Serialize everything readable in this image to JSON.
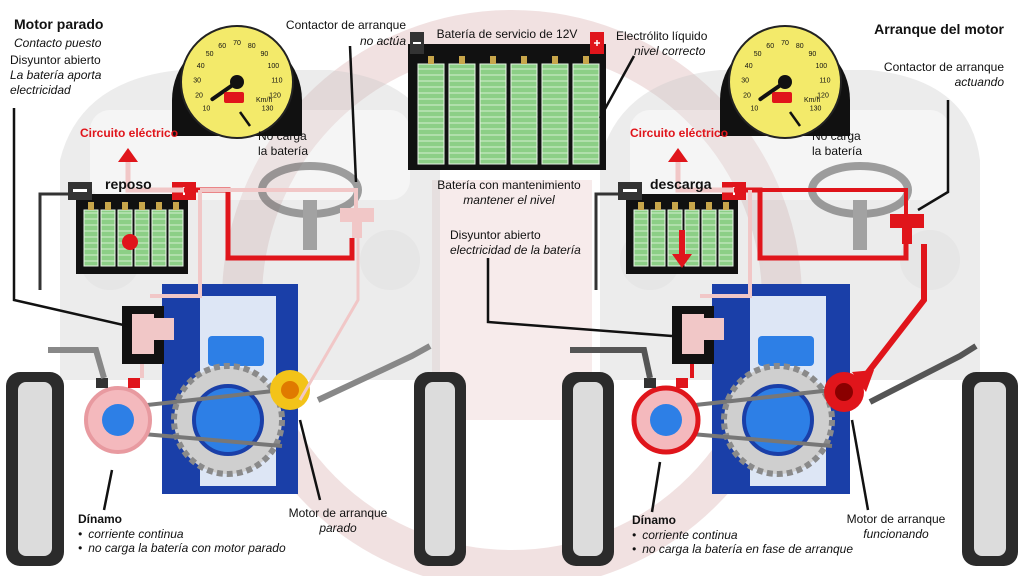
{
  "left": {
    "title": "Motor parado",
    "state_lines": [
      "Contacto puesto",
      "Disyuntor abierto",
      "La batería aporta",
      "electricidad"
    ],
    "contactor_title": "Contactor de arranque",
    "contactor_state": "no actúa",
    "charge_note": [
      "No carga",
      "la batería"
    ],
    "circuit_label": "Circuito eléctrico",
    "battery_state": "reposo",
    "dynamo_title": "Dínamo",
    "dynamo_points": [
      "corriente continua",
      "no carga la batería con motor parado"
    ],
    "starter_title": "Motor de arranque",
    "starter_state": "parado",
    "gauge_ticks": [
      "10",
      "20",
      "30",
      "40",
      "50",
      "60",
      "70",
      "80",
      "90",
      "100",
      "110",
      "120",
      "130"
    ],
    "gauge_unit": "Km/h",
    "needle_pct": 0.02
  },
  "right": {
    "title": "Arranque del motor",
    "contactor_title": "Contactor de arranque",
    "contactor_state": "actuando",
    "charge_note": [
      "No carga",
      "la batería"
    ],
    "circuit_label": "Circuito eléctrico",
    "battery_state": "descarga",
    "breaker_title": "Disyuntor abierto",
    "breaker_state": "electricidad de la batería",
    "dynamo_title": "Dínamo",
    "dynamo_points": [
      "corriente continua",
      "no carga la batería en fase de arranque"
    ],
    "starter_title": "Motor de arranque",
    "starter_state": "funcionando",
    "gauge_ticks": [
      "10",
      "20",
      "30",
      "40",
      "50",
      "60",
      "70",
      "80",
      "90",
      "100",
      "110",
      "120",
      "130"
    ],
    "gauge_unit": "Km/h",
    "needle_pct": 0.02
  },
  "center": {
    "battery_title": "Batería de servicio de 12V",
    "electrolyte_title": "Electrólito líquido",
    "electrolyte_state": "nivel correcto",
    "maintenance_title": "Batería con mantenimiento",
    "maintenance_state": "mantener el nivel"
  },
  "colors": {
    "accent_red": "#e0151b",
    "engine_blue": "#1a3fa8",
    "cell_green": "#7fc77a",
    "gauge_yellow": "#f3ea6a"
  }
}
